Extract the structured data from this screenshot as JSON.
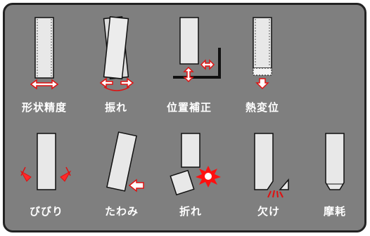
{
  "labels": [
    "形状精度",
    "振れ",
    "位置補正",
    "熱変位",
    "びびり",
    "たわみ",
    "折れ",
    "欠け",
    "摩耗"
  ],
  "colors": {
    "panel_bg": "#7f7f7f",
    "border": "#222222",
    "tool_fill": "#e8e8e8",
    "tool_stroke": "#111111",
    "arrow_fill": "#ffffff",
    "arrow_stroke": "#e01010",
    "burst_fill": "#ff1010",
    "burst_core": "#ffffff",
    "label_text": "#ffffff"
  },
  "icons": [
    "tool-shape-accuracy-icon",
    "tool-runout-icon",
    "tool-position-correction-icon",
    "tool-thermal-displacement-icon",
    "tool-chatter-icon",
    "tool-deflection-icon",
    "tool-breakage-icon",
    "tool-chipping-icon",
    "tool-wear-icon"
  ]
}
